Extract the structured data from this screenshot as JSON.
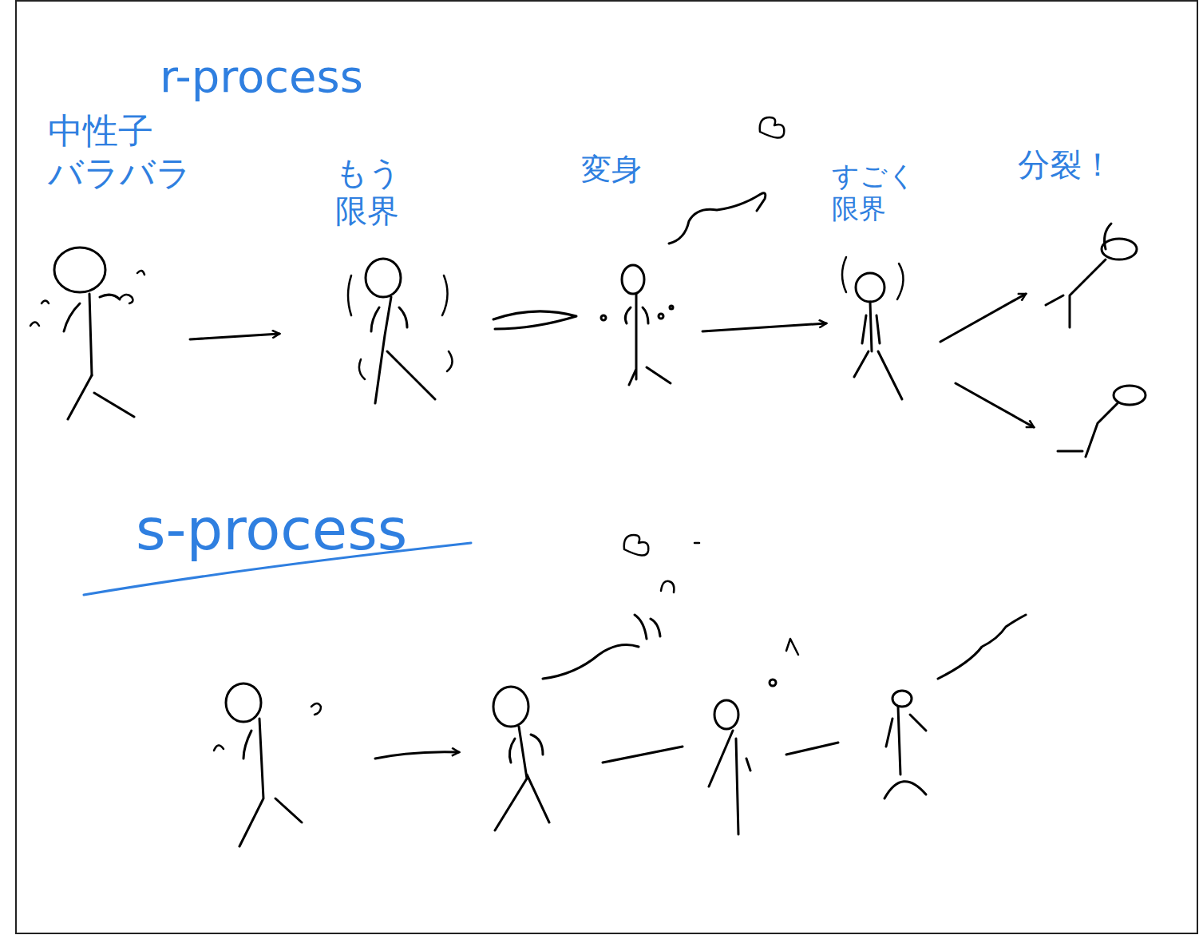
{
  "diagram": {
    "labels": [
      "r-process",
      "中性子 バラバラ",
      "もう 限界",
      "変身",
      "すごく 限界",
      "分裂！",
      "s-process"
    ]
  }
}
